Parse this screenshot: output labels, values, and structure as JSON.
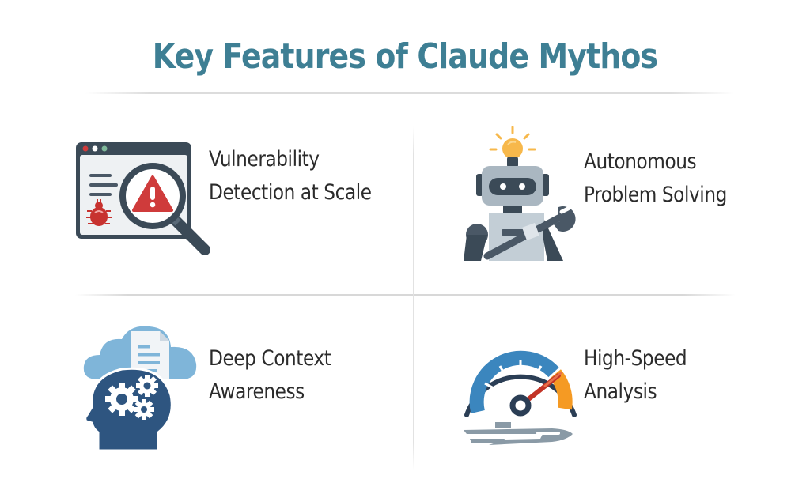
{
  "header": {
    "title": "Key Features of Claude Mythos"
  },
  "features": [
    {
      "icon": "vulnerability-scan-icon",
      "label_line1": "Vulnerability",
      "label_line2": "Detection at Scale"
    },
    {
      "icon": "robot-problem-solving-icon",
      "label_line1": "Autonomous",
      "label_line2": "Problem Solving"
    },
    {
      "icon": "head-context-icon",
      "label_line1": "Deep Context",
      "label_line2": "Awareness"
    },
    {
      "icon": "speedometer-icon",
      "label_line1": "High-Speed",
      "label_line2": "Analysis"
    }
  ],
  "colors": {
    "title": "#3e7f94",
    "label_text": "#2b2b2b",
    "dark_slate": "#3b4a57",
    "alert_red": "#cf3b3b",
    "bulb_yellow": "#f7b84b",
    "robot_gray": "#aab7c1",
    "cloud_blue": "#7fb5d9",
    "head_navy": "#2e5580",
    "gauge_blue": "#3b86be",
    "gauge_orange": "#f59a23"
  }
}
